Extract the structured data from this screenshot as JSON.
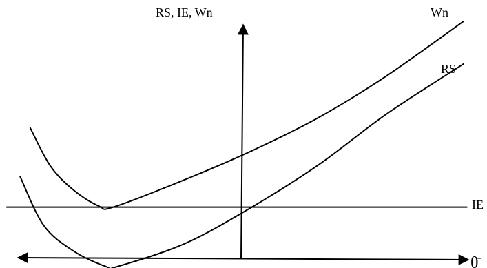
{
  "chart_data": {
    "type": "line",
    "title": "",
    "ylabel": "RS, IE, Wn",
    "xlabel": "θ̄",
    "colors": {
      "stroke": "#000000",
      "background": "#ffffff"
    },
    "x_axis": {
      "arrows": "both",
      "line_label": "θ̄"
    },
    "y_axis": {
      "arrows": "up",
      "line_label": "RS, IE, Wn"
    },
    "ticks": "none",
    "grid": false,
    "series": [
      {
        "name": "Wn",
        "shape": "U-shaped then rising",
        "points": [
          [
            -6.6,
            2.6
          ],
          [
            -6.0,
            1.35
          ],
          [
            -5.3,
            0.55
          ],
          [
            -4.55,
            0.03
          ],
          [
            -4.1,
            0.01
          ],
          [
            -2.0,
            0.9
          ],
          [
            0.0,
            1.85
          ],
          [
            2.0,
            2.95
          ],
          [
            4.0,
            4.3
          ],
          [
            6.3,
            6.1
          ]
        ]
      },
      {
        "name": "RS",
        "shape": "U-shaped then rising",
        "points": [
          [
            -6.9,
            1.0
          ],
          [
            -6.2,
            -0.6
          ],
          [
            -5.3,
            -1.45
          ],
          [
            -4.35,
            -1.95
          ],
          [
            -4.0,
            -1.95
          ],
          [
            -2.0,
            -1.2
          ],
          [
            0.0,
            0.0
          ],
          [
            2.0,
            1.4
          ],
          [
            4.0,
            3.05
          ],
          [
            6.3,
            4.7
          ]
        ]
      },
      {
        "name": "IE",
        "shape": "horizontal",
        "points": [
          [
            -7.3,
            0.0
          ],
          [
            6.4,
            0.0
          ]
        ]
      }
    ],
    "xlim": [
      -7.5,
      7.0
    ],
    "ylim": [
      -2.0,
      6.8
    ]
  }
}
